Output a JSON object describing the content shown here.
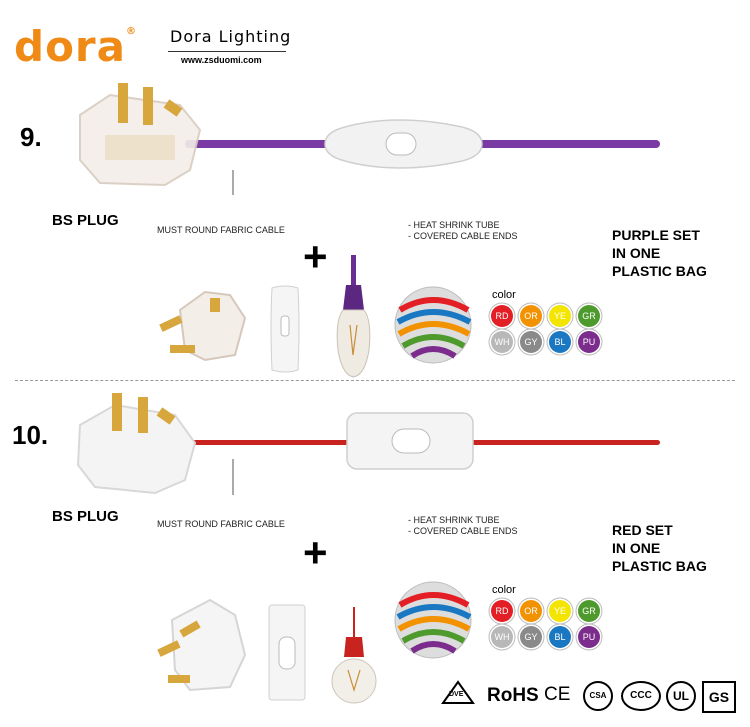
{
  "brand": {
    "logo": "dora",
    "reg": "®",
    "title": "Dora Lighting",
    "url": "www.zsduomi.com"
  },
  "sections": [
    {
      "number": "9.",
      "plug_label": "BS PLUG",
      "cable_note": "MUST ROUND FABRIC CABLE",
      "tube_notes": [
        "- HEAT SHRINK TUBE",
        "- COVERED CABLE ENDS"
      ],
      "set_label": [
        "PURPLE SET",
        "IN ONE",
        "PLASTIC BAG"
      ],
      "color_title": "color",
      "cable_color": "#7a3aa3"
    },
    {
      "number": "10.",
      "plug_label": "BS PLUG",
      "cable_note": "MUST ROUND FABRIC CABLE",
      "tube_notes": [
        "- HEAT SHRINK TUBE",
        "- COVERED CABLE ENDS"
      ],
      "set_label": [
        "RED SET",
        "IN ONE",
        "PLASTIC BAG"
      ],
      "color_title": "color",
      "cable_color": "#c8231f"
    }
  ],
  "swatches": [
    {
      "code": "RD",
      "color": "#e31e24"
    },
    {
      "code": "OR",
      "color": "#f39200"
    },
    {
      "code": "YE",
      "color": "#f4e500"
    },
    {
      "code": "GR",
      "color": "#4e9a2c"
    },
    {
      "code": "WH",
      "color": "#b8b8b8"
    },
    {
      "code": "GY",
      "color": "#8a8a8a"
    },
    {
      "code": "BL",
      "color": "#1a78c2"
    },
    {
      "code": "PU",
      "color": "#7b2c8c"
    }
  ],
  "plus": "+",
  "certifications": [
    "DVE",
    "RoHS",
    "CE",
    "CSA",
    "CCC",
    "UL",
    "GS"
  ]
}
